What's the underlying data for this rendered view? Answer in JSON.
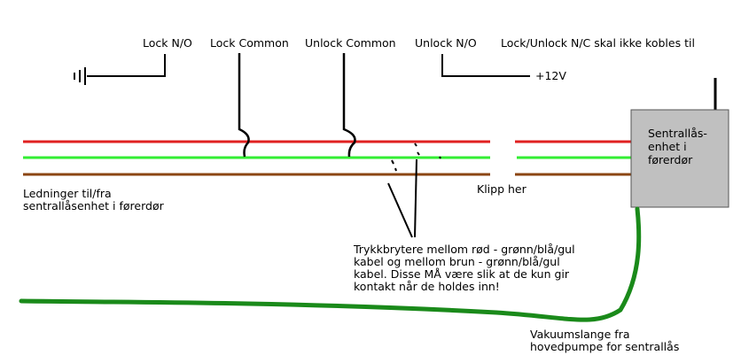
{
  "labels": {
    "lock_no": "Lock N/O",
    "lock_common": "Lock Common",
    "unlock_common": "Unlock Common",
    "unlock_no": "Unlock N/O",
    "no_connect": "Lock/Unlock N/C skal ikke kobles til",
    "plus12v": "+12V",
    "wires_line1": "Ledninger til/fra",
    "wires_line2": "sentrallåsenhet i førerdør",
    "cut_here": "Klipp her",
    "unit_line1": "Sentrallås-",
    "unit_line2": "enhet i",
    "unit_line3": "førerdør",
    "switch_line1": "Trykkbrytere mellom rød - grønn/blå/gul",
    "switch_line2": "kabel og mellom brun - grønn/blå/gul",
    "switch_line3": "kabel. Disse MÅ være slik at de kun gir",
    "switch_line4": "kontakt når de holdes inn!",
    "vacuum_line1": "Vakuumslange fra",
    "vacuum_line2": "hovedpumpe for sentrallås"
  },
  "colors": {
    "red_wire": "#e02020",
    "green_wire": "#33ee33",
    "brown_wire": "#8b4513",
    "vacuum_hose": "#1a8a1a",
    "unit_fill": "#c0c0c0"
  }
}
